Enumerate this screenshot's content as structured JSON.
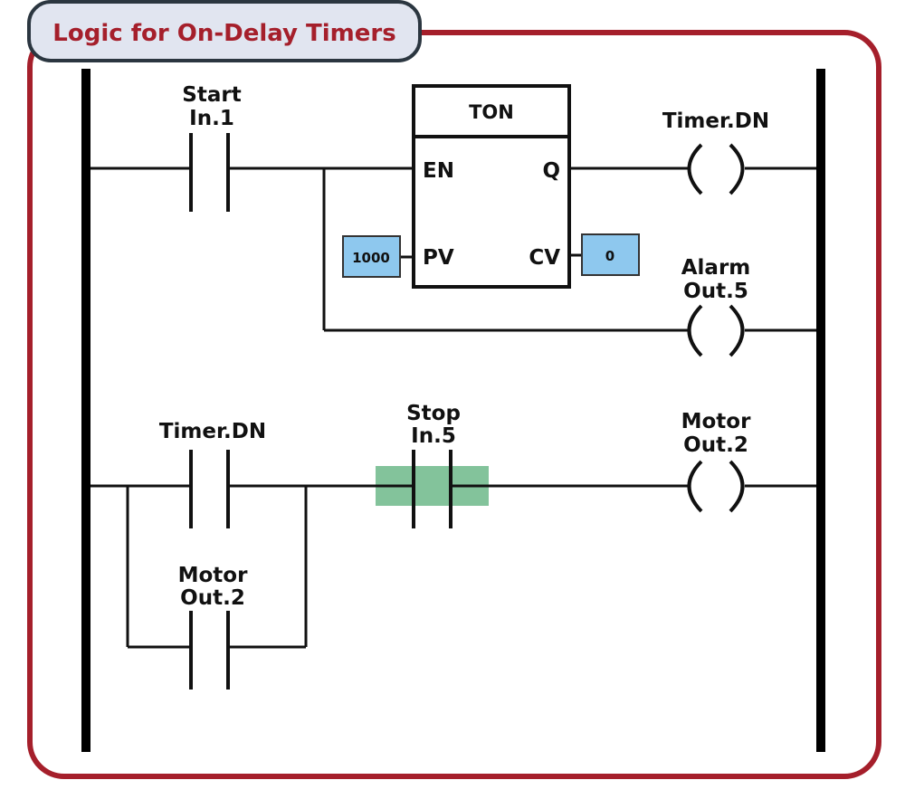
{
  "title": "Logic for On-Delay Timers",
  "colors": {
    "frame": "#a51f2b",
    "title_bg": "#e1e5f0",
    "title_border": "#2b3640",
    "value_box": "#8ec8ee",
    "highlight": "#5aaf7a"
  },
  "rung1": {
    "start_contact": {
      "name": "Start",
      "address": "In.1",
      "type": "normally-open"
    },
    "timer_block": {
      "type": "TON",
      "pins": {
        "en": "EN",
        "q": "Q",
        "pv": "PV",
        "cv": "CV"
      },
      "preset_value": "1000",
      "current_value": "0"
    },
    "timer_dn_coil": {
      "name": "Timer.DN"
    },
    "alarm_coil": {
      "name": "Alarm",
      "address": "Out.5"
    }
  },
  "rung2": {
    "timer_dn_contact": {
      "name": "Timer.DN",
      "type": "normally-open"
    },
    "motor_seal_contact": {
      "name": "Motor",
      "address": "Out.2",
      "type": "normally-open"
    },
    "stop_contact": {
      "name": "Stop",
      "address": "In.5",
      "type": "normally-open",
      "highlighted": true
    },
    "motor_coil": {
      "name": "Motor",
      "address": "Out.2"
    }
  }
}
